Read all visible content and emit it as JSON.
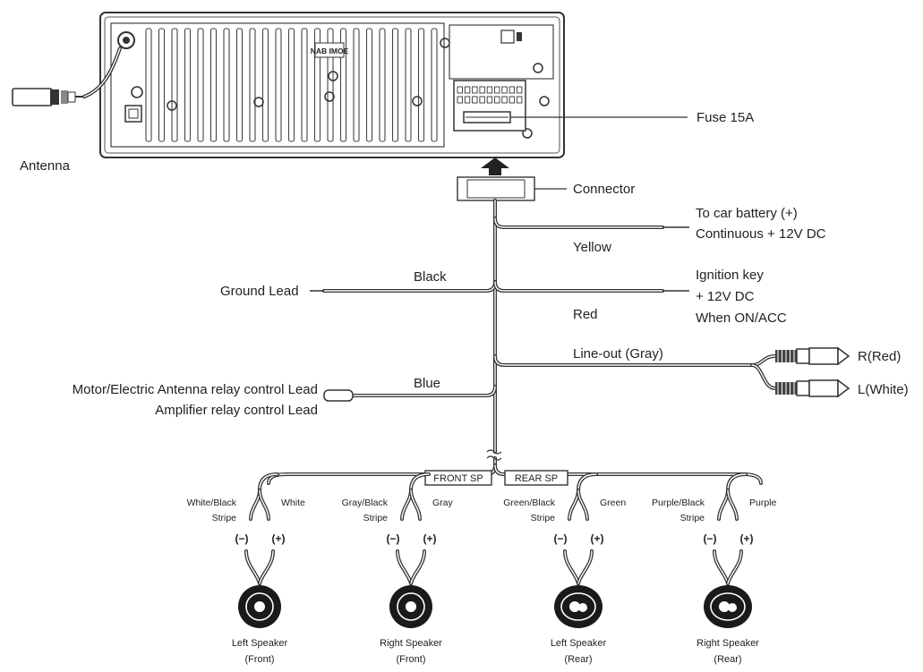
{
  "labels": {
    "antenna": "Antenna",
    "fuse": "Fuse 15A",
    "connector": "Connector",
    "battery_line1": "To car battery (+)",
    "battery_line2": "Continuous + 12V DC",
    "yellow": "Yellow",
    "black": "Black",
    "ground_lead": "Ground Lead",
    "ignition_line1": "Ignition key",
    "ignition_line2": "+ 12V DC",
    "ignition_line3": "When ON/ACC",
    "red": "Red",
    "line_out": "Line-out (Gray)",
    "rca_right": "R(Red)",
    "rca_left": "L(White)",
    "blue": "Blue",
    "motor_lead": "Motor/Electric Antenna relay control Lead",
    "amp_lead": "Amplifier relay control Lead",
    "front_sp": "FRONT SP",
    "rear_sp": "REAR SP",
    "radio_tag": "NAB IMOE"
  },
  "speakers": [
    {
      "neg_wire": [
        "White/Black",
        "Stripe"
      ],
      "pos_wire": "White",
      "neg": "(−)",
      "pos": "(+)",
      "name": "Left Speaker",
      "pos_name": "(Front)"
    },
    {
      "neg_wire": [
        "Gray/Black",
        "Stripe"
      ],
      "pos_wire": "Gray",
      "neg": "(−)",
      "pos": "(+)",
      "name": "Right Speaker",
      "pos_name": "(Front)"
    },
    {
      "neg_wire": [
        "Green/Black",
        "Stripe"
      ],
      "pos_wire": "Green",
      "neg": "(−)",
      "pos": "(+)",
      "name": "Left Speaker",
      "pos_name": "(Rear)"
    },
    {
      "neg_wire": [
        "Purple/Black",
        "Stripe"
      ],
      "pos_wire": "Purple",
      "neg": "(−)",
      "pos": "(+)",
      "name": "Right Speaker",
      "pos_name": "(Rear)"
    }
  ]
}
